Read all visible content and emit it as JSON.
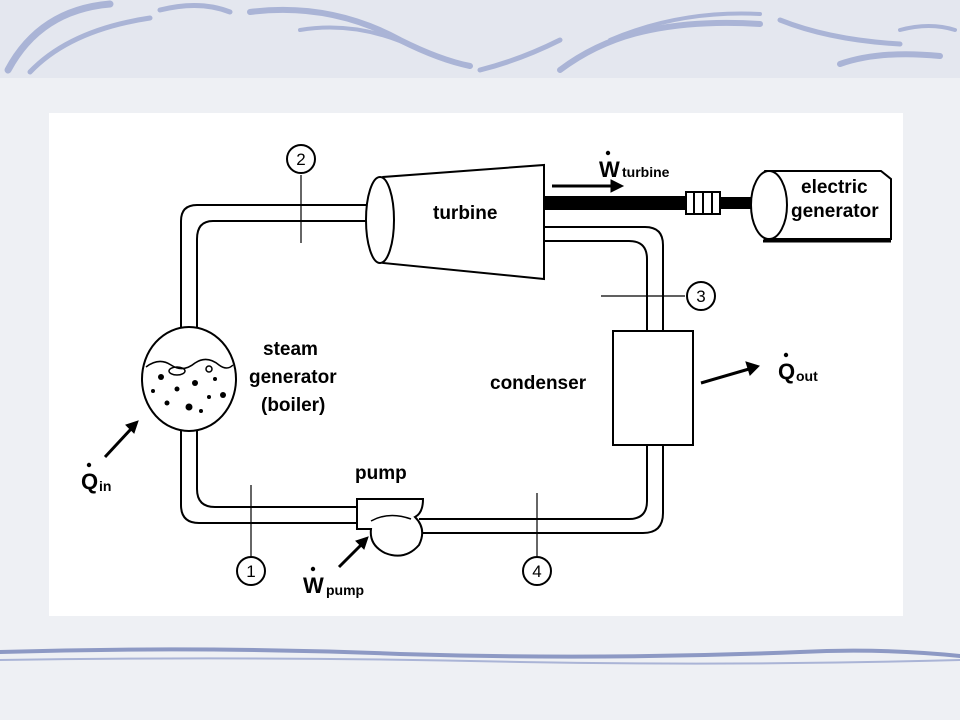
{
  "diagram": {
    "components": {
      "turbine": "turbine",
      "generator_line1": "electric",
      "generator_line2": "generator",
      "boiler_line1": "steam",
      "boiler_line2": "generator",
      "boiler_line3": "(boiler)",
      "condenser": "condenser",
      "pump": "pump"
    },
    "states": [
      "1",
      "2",
      "3",
      "4"
    ],
    "energy": {
      "w_turbine": {
        "symbol": "W",
        "sub": "turbine"
      },
      "q_out": {
        "symbol": "Q",
        "sub": "out"
      },
      "q_in": {
        "symbol": "Q",
        "sub": "in"
      },
      "w_pump": {
        "symbol": "W",
        "sub": "pump"
      }
    }
  },
  "colors": {
    "slide_background": "#eef0f4",
    "decor_stroke": "#aab4d6",
    "decor_stroke_dark": "#8d99c4",
    "diagram_ink": "#000000"
  }
}
